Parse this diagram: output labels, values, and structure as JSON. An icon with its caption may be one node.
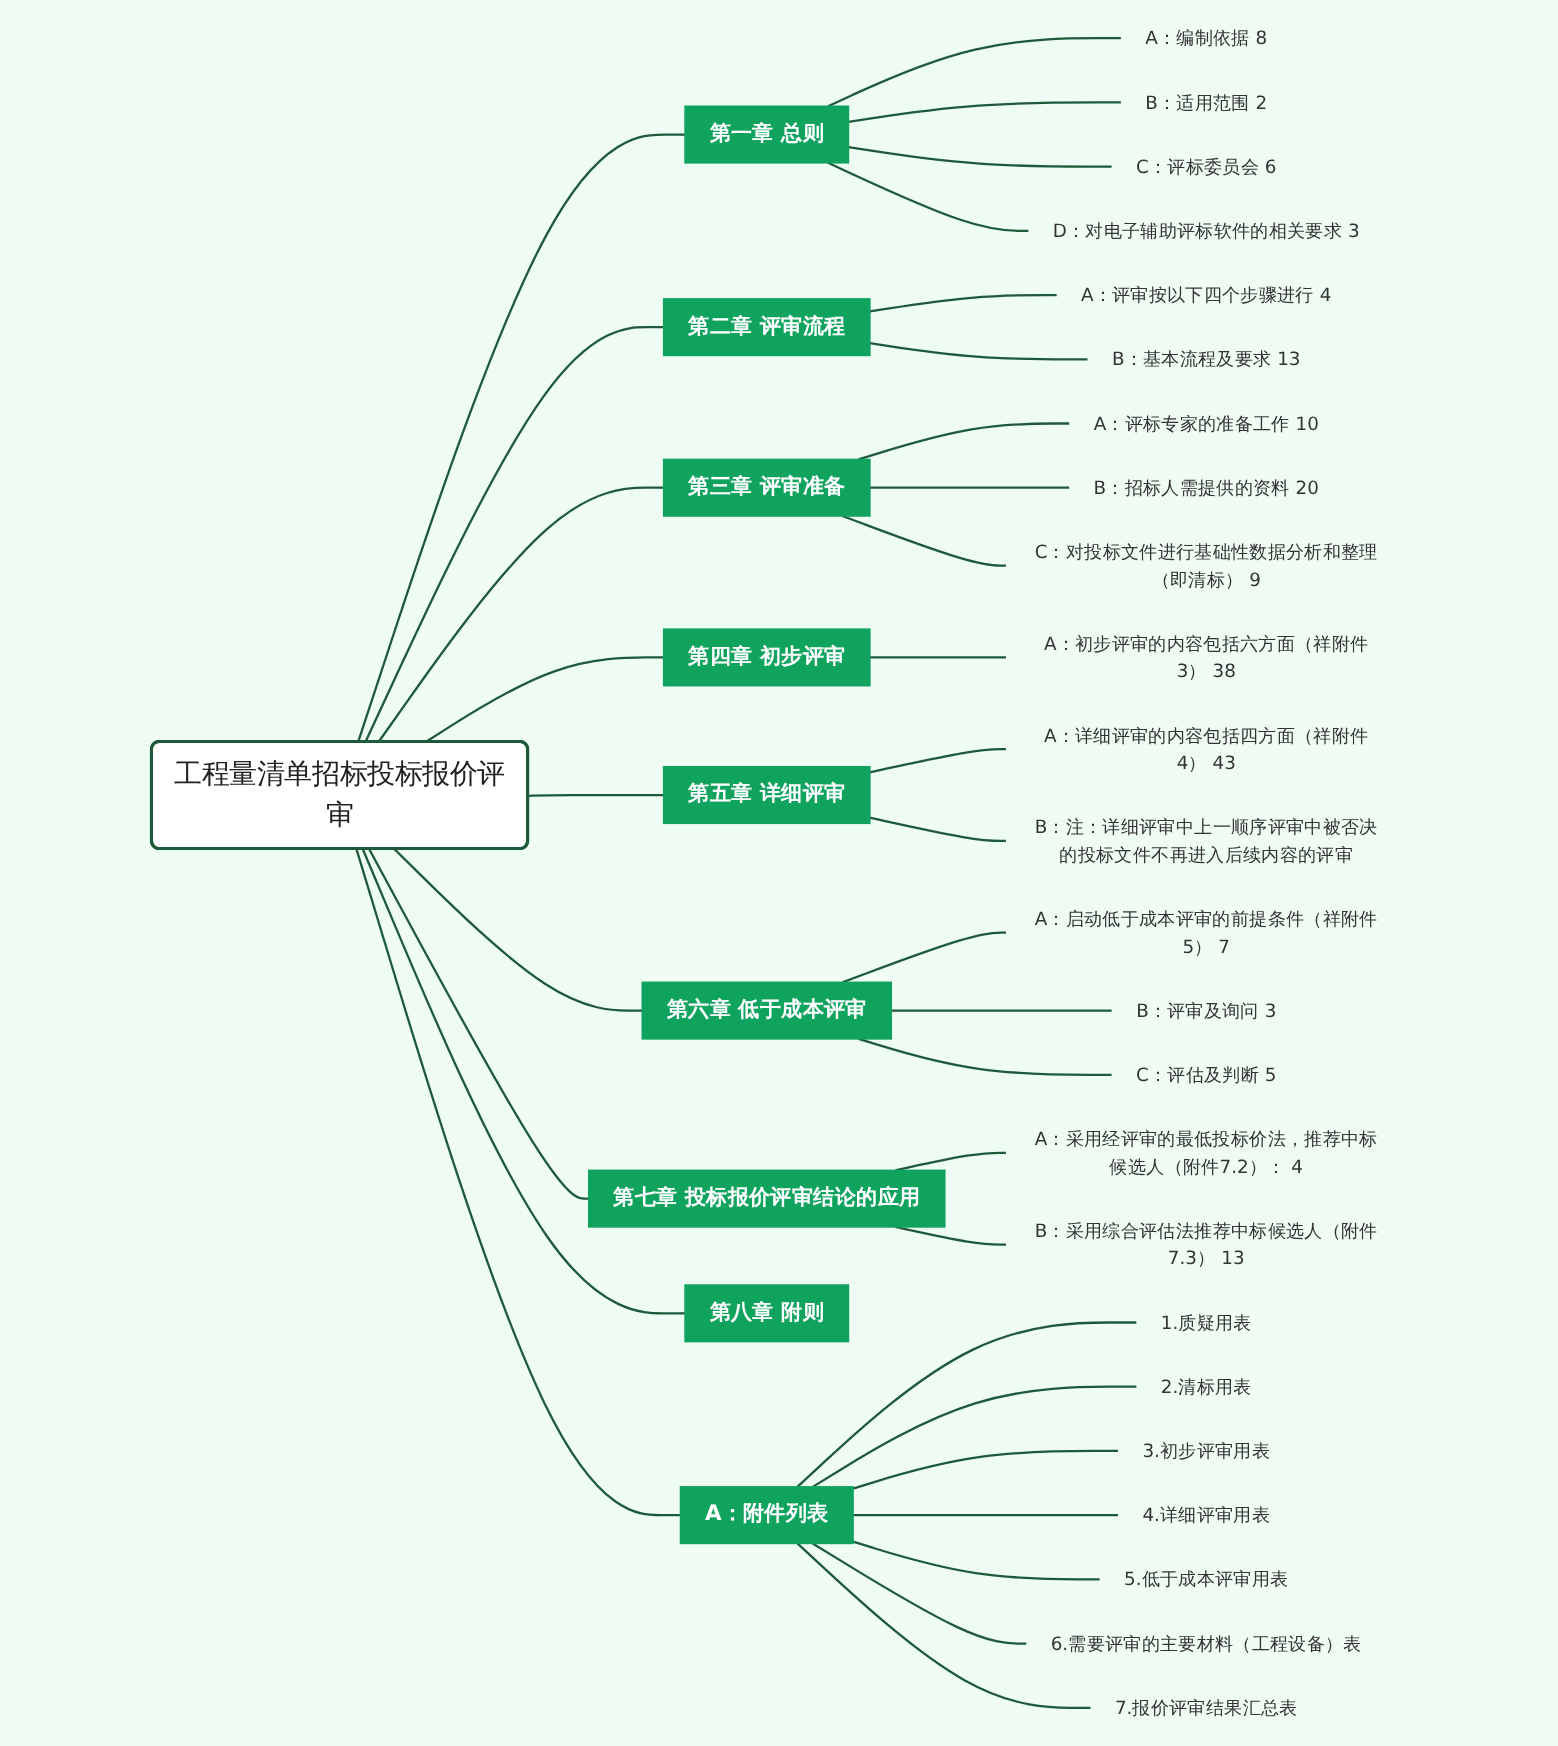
{
  "diagram": {
    "nodes": [
      {
        "text": [
          "工程量清单招标投标报价评审"
        ]
      },
      {
        "text": [
          "第一章 总则"
        ]
      },
      {
        "text": [
          "A：编制依据"
        ],
        "beside": [
          "8"
        ]
      },
      {
        "text": [
          "B：适用范围"
        ],
        "beside": [
          "2"
        ]
      },
      {
        "text": [
          "C：评标委员会"
        ],
        "beside": [
          "6"
        ]
      },
      {
        "text": [
          "D：对电子辅助评标软件的相关要求"
        ],
        "beside": [
          "3"
        ]
      },
      {
        "text": [
          "第二章 评审流程"
        ]
      },
      {
        "text": [
          "A：评审按以下四个步骤进行"
        ],
        "beside": [
          "4"
        ]
      },
      {
        "text": [
          "B：基本流程及要求"
        ],
        "beside": [
          "13"
        ]
      },
      {
        "text": [
          "第三章 评审准备"
        ]
      },
      {
        "text": [
          "A：评标专家的准备工作"
        ],
        "beside": [
          "10"
        ]
      },
      {
        "text": [
          "B：招标人需提供的资料"
        ],
        "beside": [
          "20"
        ]
      },
      {
        "text": [
          "C：对投标文件进行基础性数据分析和整理（即清标）"
        ],
        "beside": [
          "9"
        ]
      },
      {
        "text": [
          "第四章 初步评审"
        ]
      },
      {
        "text": [
          "A：初步评审的内容包括六方面（祥附件3）"
        ],
        "beside": [
          "38"
        ]
      },
      {
        "text": [
          "第五章 详细评审"
        ]
      },
      {
        "text": [
          "A：详细评审的内容包括四方面（祥附件4）"
        ],
        "beside": [
          "43"
        ]
      },
      {
        "text": [
          "B：注：详细评审中上一顺序评审中被否决的投标文件不再进入后续内容的评审"
        ]
      },
      {
        "text": [
          "第六章 低于成本评审"
        ]
      },
      {
        "text": [
          "A：启动低于成本评审的前提条件（祥附件5）"
        ],
        "beside": [
          "7"
        ]
      },
      {
        "text": [
          "B：评审及询问"
        ],
        "beside": [
          "3"
        ]
      },
      {
        "text": [
          "C：评估及判断"
        ],
        "beside": [
          "5"
        ]
      },
      {
        "text": [
          "第七章 投标报价评审结论的应用"
        ]
      },
      {
        "text": [
          "A：采用经评审的最低投标价法，推荐中标候选人（附件7.2）："
        ],
        "beside": [
          "4"
        ]
      },
      {
        "text": [
          "B：采用综合评估法推荐中标候选人（附件7.3）"
        ],
        "beside": [
          "13"
        ]
      },
      {
        "text": [
          "第八章 附则"
        ]
      },
      {
        "text": [
          "A：附件列表"
        ]
      },
      {
        "text": [
          "1.质疑用表"
        ]
      },
      {
        "text": [
          "2.清标用表"
        ]
      },
      {
        "text": [
          "3.初步评审用表"
        ]
      },
      {
        "text": [
          "4.详细评审用表"
        ]
      },
      {
        "text": [
          "5.低于成本评审用表"
        ]
      },
      {
        "text": [
          "6.需要评审的主要材料（工程设备）表"
        ]
      },
      {
        "text": [
          "7.报价评审结果汇总表"
        ]
      }
    ],
    "edges": [
      {
        "from": 0,
        "to": 1,
        "arrow": "none"
      },
      {
        "from": 1,
        "to": 2,
        "arrow": "none"
      },
      {
        "from": 1,
        "to": 3,
        "arrow": "none"
      },
      {
        "from": 1,
        "to": 4,
        "arrow": "none"
      },
      {
        "from": 1,
        "to": 5,
        "arrow": "none"
      },
      {
        "from": 0,
        "to": 6,
        "arrow": "none"
      },
      {
        "from": 6,
        "to": 7,
        "arrow": "none"
      },
      {
        "from": 6,
        "to": 8,
        "arrow": "none"
      },
      {
        "from": 0,
        "to": 9,
        "arrow": "none"
      },
      {
        "from": 9,
        "to": 10,
        "arrow": "none"
      },
      {
        "from": 9,
        "to": 11,
        "arrow": "none"
      },
      {
        "from": 9,
        "to": 12,
        "arrow": "none"
      },
      {
        "from": 0,
        "to": 13,
        "arrow": "none"
      },
      {
        "from": 13,
        "to": 14,
        "arrow": "none"
      },
      {
        "from": 0,
        "to": 15,
        "arrow": "none"
      },
      {
        "from": 15,
        "to": 16,
        "arrow": "none"
      },
      {
        "from": 15,
        "to": 17,
        "arrow": "none"
      },
      {
        "from": 0,
        "to": 18,
        "arrow": "none"
      },
      {
        "from": 18,
        "to": 19,
        "arrow": "none"
      },
      {
        "from": 18,
        "to": 20,
        "arrow": "none"
      },
      {
        "from": 18,
        "to": 21,
        "arrow": "none"
      },
      {
        "from": 0,
        "to": 22,
        "arrow": "none"
      },
      {
        "from": 22,
        "to": 23,
        "arrow": "none"
      },
      {
        "from": 22,
        "to": 24,
        "arrow": "none"
      },
      {
        "from": 0,
        "to": 25,
        "arrow": "none"
      },
      {
        "from": 0,
        "to": 26,
        "arrow": "none"
      },
      {
        "from": 26,
        "to": 27,
        "arrow": "none"
      },
      {
        "from": 26,
        "to": 28,
        "arrow": "none"
      },
      {
        "from": 26,
        "to": 29,
        "arrow": "none"
      },
      {
        "from": 26,
        "to": 30,
        "arrow": "none"
      },
      {
        "from": 26,
        "to": 31,
        "arrow": "none"
      },
      {
        "from": 26,
        "to": 32,
        "arrow": "none"
      },
      {
        "from": 26,
        "to": 33,
        "arrow": "none"
      }
    ]
  }
}
